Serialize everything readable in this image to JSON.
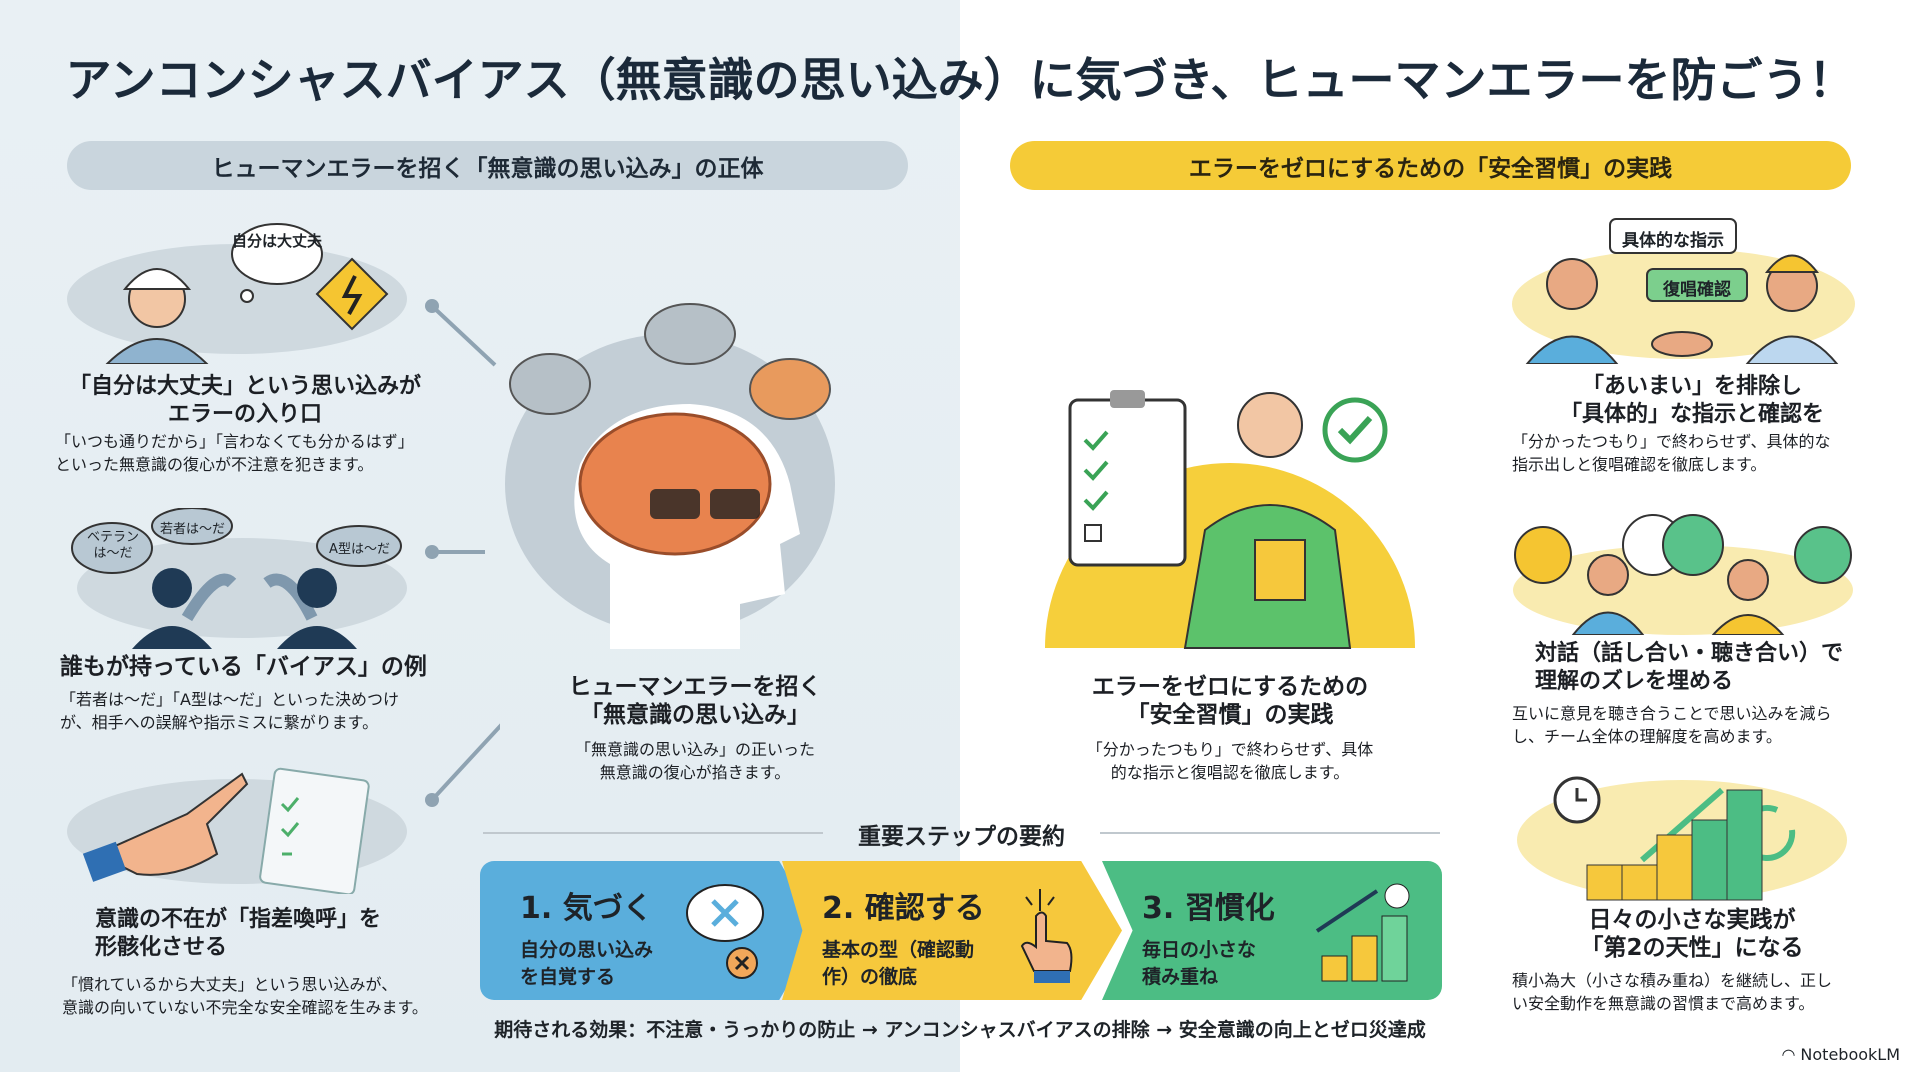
{
  "title": "アンコンシャスバイアス（無意識の思い込み）に気づき、ヒューマンエラーを防ごう！",
  "left_header": "ヒューマンエラーを招く「無意識の思い込み」の正体",
  "right_header": "エラーをゼロにするための「安全習慣」の実践",
  "left_items": [
    {
      "bubble": "自分は大丈夫",
      "heading": "「自分は大丈夫」という思い込みが\nエラーの入り口",
      "body": "「いつも通りだから」「言わなくても分かるはず」\nといった無意識の復心が不注意を犯きます。"
    },
    {
      "bubbles": [
        "ベテランは〜だ",
        "若者は〜だ",
        "A型は〜だ"
      ],
      "heading": "誰もが持っている「バイアス」の例",
      "body": "「若者は〜だ」「A型は〜だ」といった決めつけ\nが、相手への誤解や指示ミスに繋がります。"
    },
    {
      "heading": "意識の不在が「指差喚呼」を\n形骸化させる",
      "body": "「慣れているから大丈夫」という思い込みが、\n意識の向いていない不完全な安全確認を生みます。"
    }
  ],
  "center_left": {
    "heading": "ヒューマンエラーを招く\n「無意識の思い込み」",
    "body": "「無意識の思い込み」の正いった\n無意識の復心が掐きます。"
  },
  "center_right": {
    "heading": "エラーをゼロにするための\n「安全習慣」の実践",
    "body": "「分かったつもり」で終わらせず、具体\n的な指示と復唱認を徹底します。"
  },
  "right_items": [
    {
      "bubbles": [
        "具体的な指示",
        "復唱確認"
      ],
      "heading": "「あいまい」を排除し\n「具体的」な指示と確認を",
      "body": "「分かったつもり」で終わらせず、具体的な\n指示出しと復唱確認を徹底します。"
    },
    {
      "heading": "対話（話し合い・聴き合い）で\n理解のズレを埋める",
      "body": "互いに意見を聴き合うことで思い込みを減ら\nし、チーム全体の理解度を高めます。"
    },
    {
      "heading": "日々の小さな実践が\n「第2の天性」になる",
      "body": "積小為大（小さな積み重ね）を継続し、正し\nい安全動作を無意識の習慣まで高めます。"
    }
  ],
  "summary": {
    "title": "重要ステップの要約",
    "steps": [
      {
        "title": "1. 気づく",
        "desc": "自分の思い込み\nを自覚する",
        "color": "#5aaedc"
      },
      {
        "title": "2. 確認する",
        "desc": "基本の型（確認動\n作）の徹底",
        "color": "#f6c83c"
      },
      {
        "title": "3. 習慣化",
        "desc": "毎日の小さな\n積み重ね",
        "color": "#4cbd84"
      }
    ],
    "effect": "期待される効果：不注意・うっかりの防止 → アンコンシャスバイアスの排除 → 安全意識の向上とゼロ災達成"
  },
  "brand": "NotebookLM"
}
